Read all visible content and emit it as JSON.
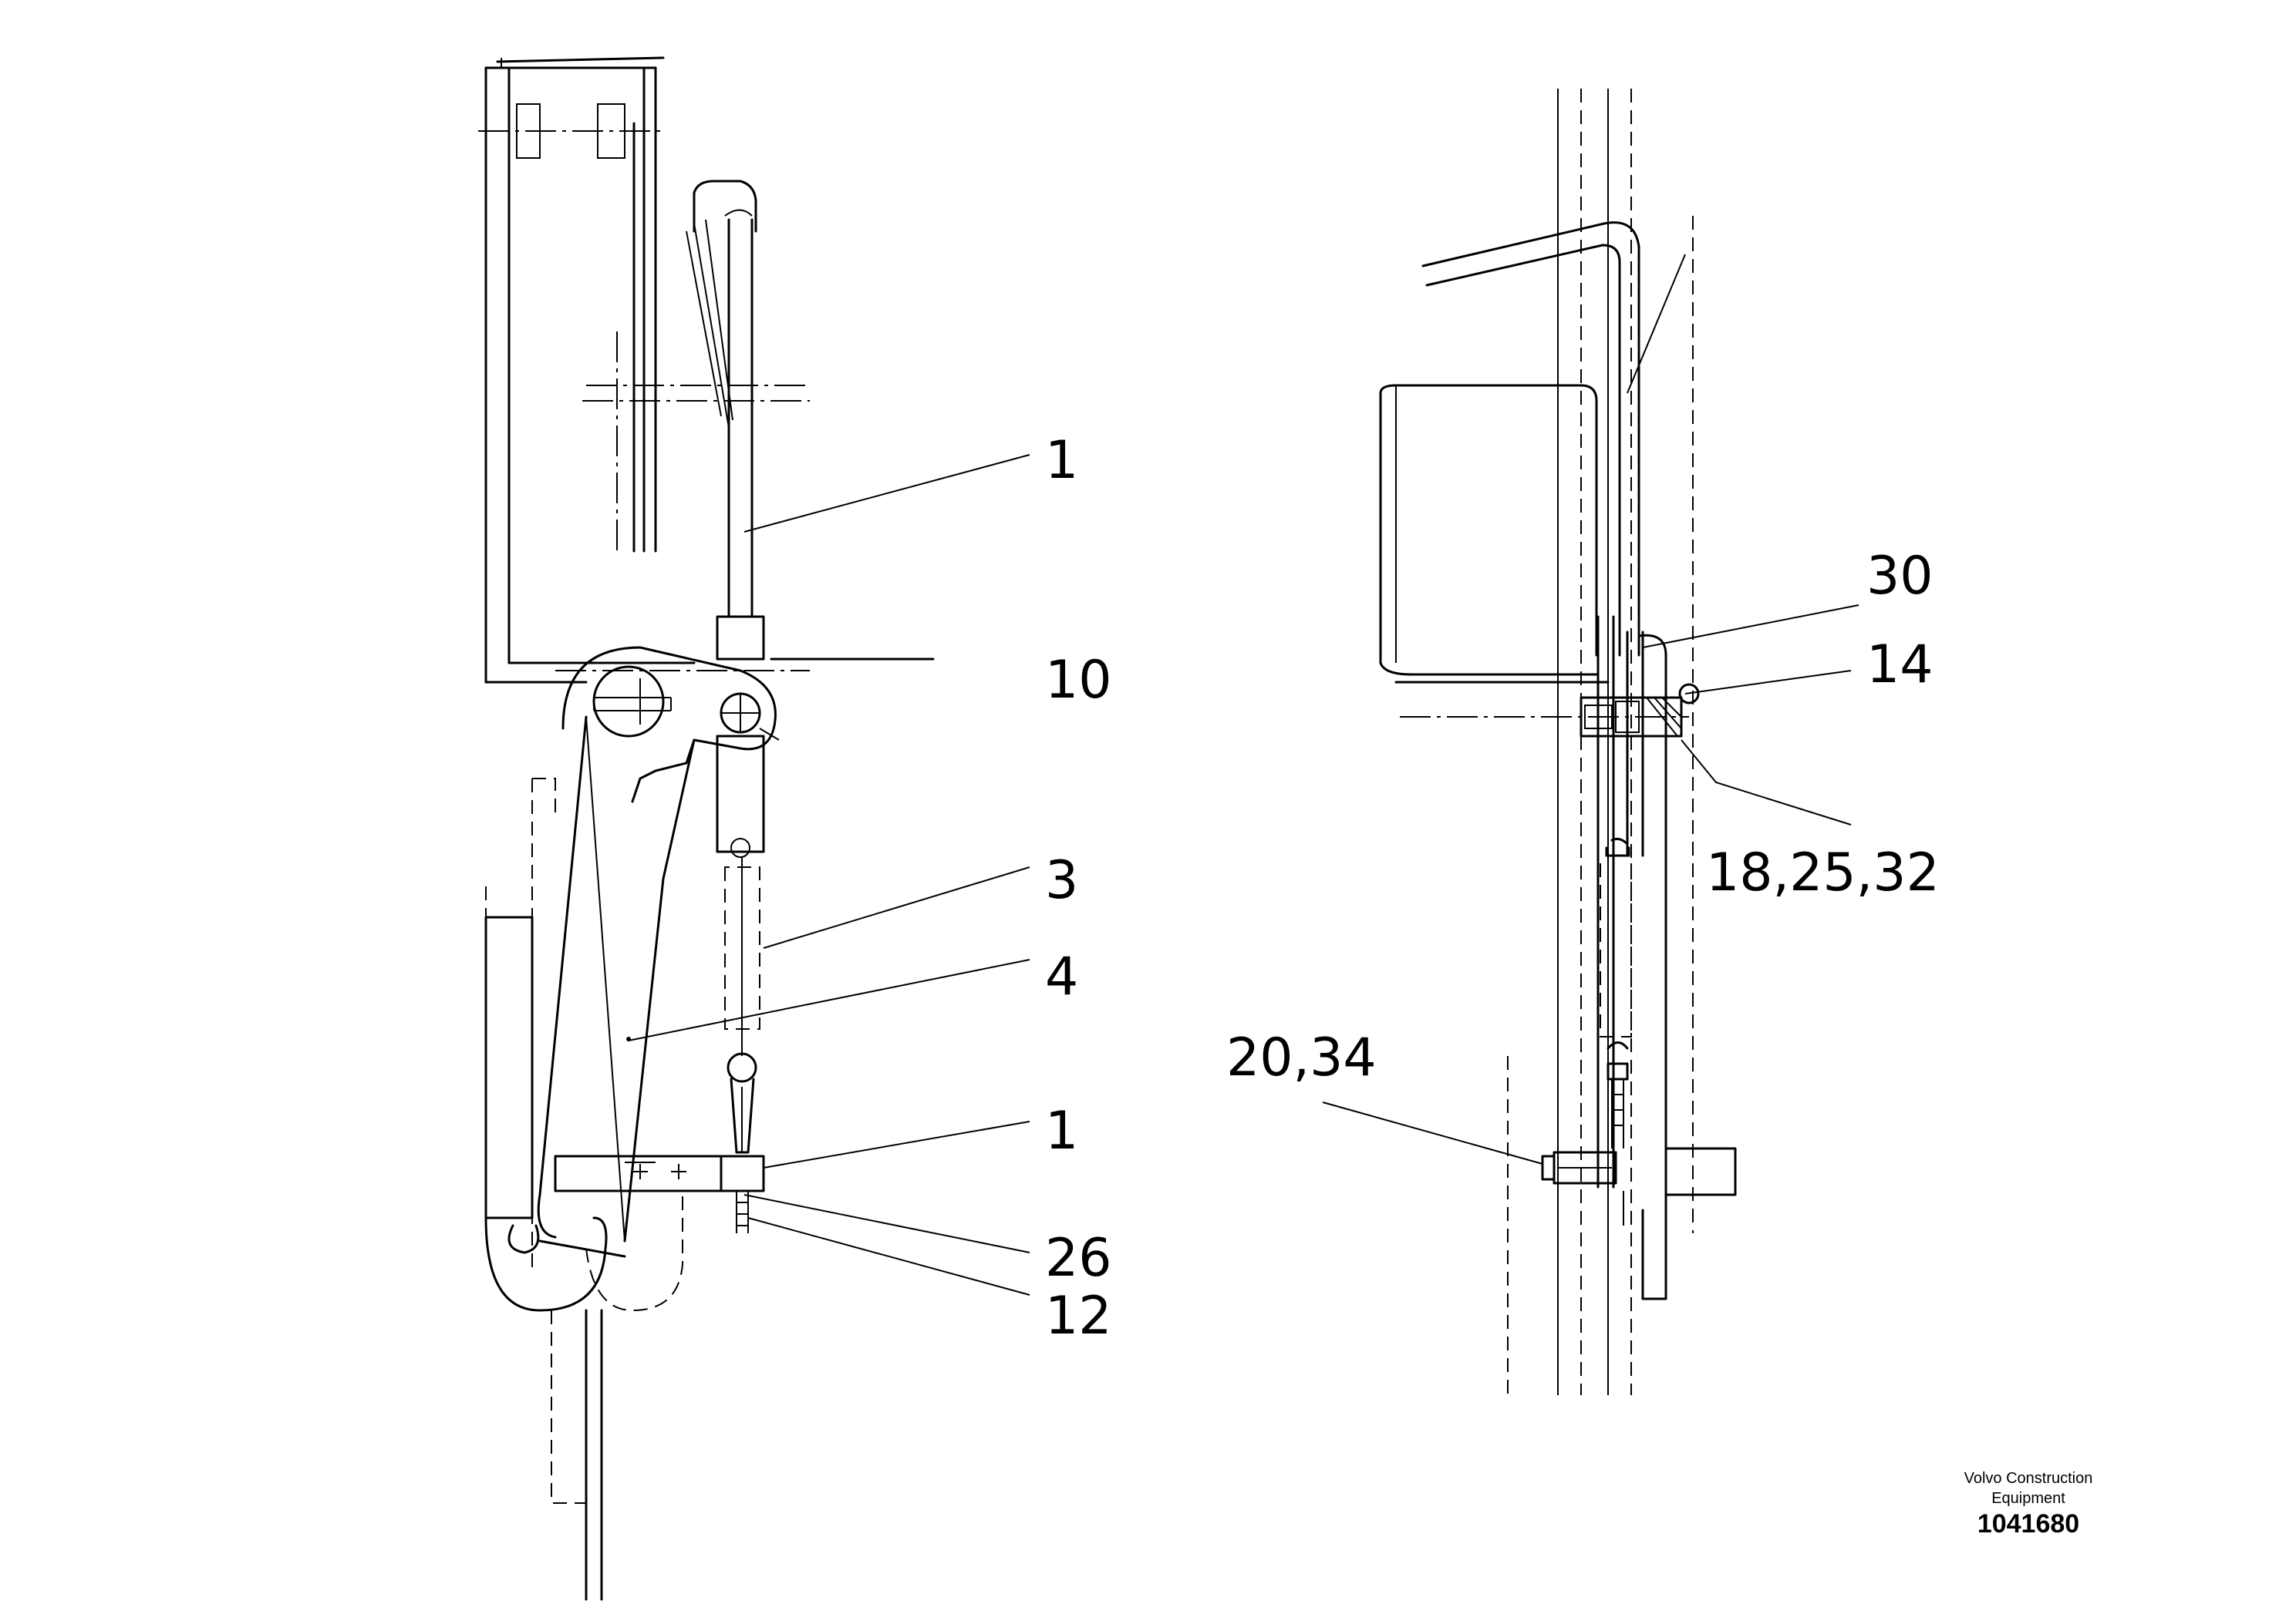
{
  "callouts_left": [
    "1",
    "10",
    "3",
    "4",
    "1",
    "26",
    "12"
  ],
  "callouts_right": [
    "30",
    "14",
    "18,25,32",
    "20,34"
  ],
  "footer": {
    "line1": "Volvo Construction",
    "line2": "Equipment",
    "number": "1041680"
  }
}
